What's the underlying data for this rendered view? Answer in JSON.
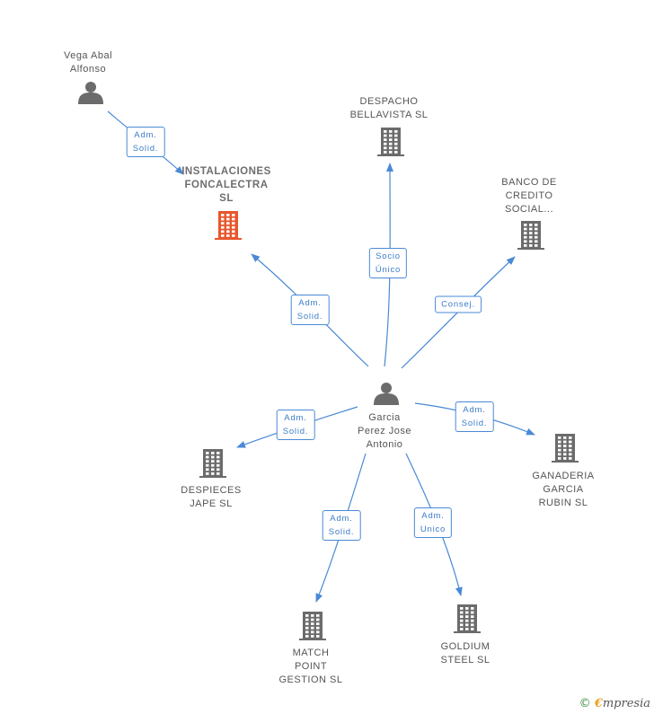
{
  "colors": {
    "edge": "#4a89d6",
    "person": "#6b6b6b",
    "company": "#6b6b6b",
    "focus": "#e8562c"
  },
  "nodes": {
    "vega": {
      "type": "person",
      "lines": [
        "Vega Abal",
        "Alfonso"
      ]
    },
    "instalaciones": {
      "type": "company-focus",
      "lines": [
        "INSTALACIONES",
        "FONCALECTRA",
        "SL"
      ]
    },
    "despacho": {
      "type": "company",
      "lines": [
        "DESPACHO",
        "BELLAVISTA SL"
      ]
    },
    "banco": {
      "type": "company",
      "lines": [
        "BANCO DE",
        "CREDITO",
        "SOCIAL..."
      ]
    },
    "garcia": {
      "type": "person",
      "lines": [
        "Garcia",
        "Perez Jose",
        "Antonio"
      ]
    },
    "despieces": {
      "type": "company",
      "lines": [
        "DESPIECES",
        "JAPE  SL"
      ]
    },
    "ganaderia": {
      "type": "company",
      "lines": [
        "GANADERIA",
        "GARCIA",
        "RUBIN  SL"
      ]
    },
    "match": {
      "type": "company",
      "lines": [
        "MATCH",
        "POINT",
        "GESTION  SL"
      ]
    },
    "goldium": {
      "type": "company",
      "lines": [
        "GOLDIUM",
        "STEEL  SL"
      ]
    }
  },
  "edges": [
    {
      "from": "vega",
      "to": "instalaciones",
      "lines": [
        "Adm.",
        "Solid."
      ]
    },
    {
      "from": "garcia",
      "to": "instalaciones",
      "lines": [
        "Adm.",
        "Solid."
      ]
    },
    {
      "from": "garcia",
      "to": "despacho",
      "lines": [
        "Socio",
        "Único"
      ]
    },
    {
      "from": "garcia",
      "to": "banco",
      "lines": [
        "Consej."
      ]
    },
    {
      "from": "garcia",
      "to": "despieces",
      "lines": [
        "Adm.",
        "Solid."
      ]
    },
    {
      "from": "garcia",
      "to": "ganaderia",
      "lines": [
        "Adm.",
        "Solid."
      ]
    },
    {
      "from": "garcia",
      "to": "match",
      "lines": [
        "Adm.",
        "Solid."
      ]
    },
    {
      "from": "garcia",
      "to": "goldium",
      "lines": [
        "Adm.",
        "Unico"
      ]
    }
  ],
  "footer": {
    "copyright": "©",
    "brand_initial": "€",
    "brand_rest": "mpresia"
  }
}
